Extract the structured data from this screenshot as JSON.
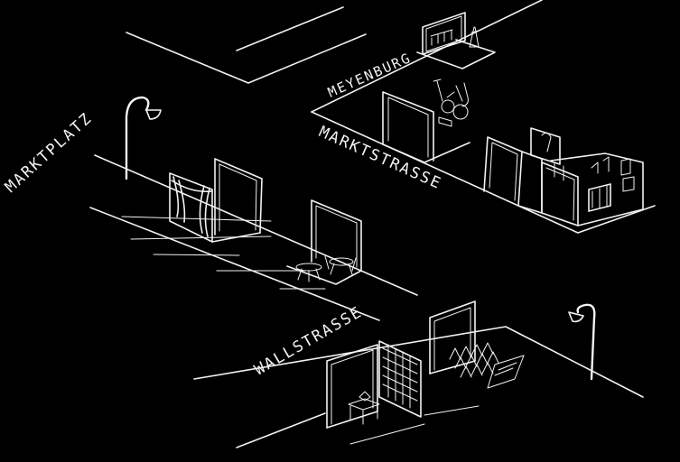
{
  "street_labels": {
    "marktplatz": "MARKTPLATZ",
    "meyenburg": "MEYENBURG",
    "marktstrasse": "MARKTSTRASSE",
    "wallstrasse": "WALLSTRASSE"
  },
  "colors": {
    "background": "#000000",
    "chalk": "#f2f2f2"
  },
  "icons": [
    "street-lamp",
    "stage-curtain",
    "cafe-table",
    "music-instruments",
    "audience-chairs",
    "lectern"
  ]
}
